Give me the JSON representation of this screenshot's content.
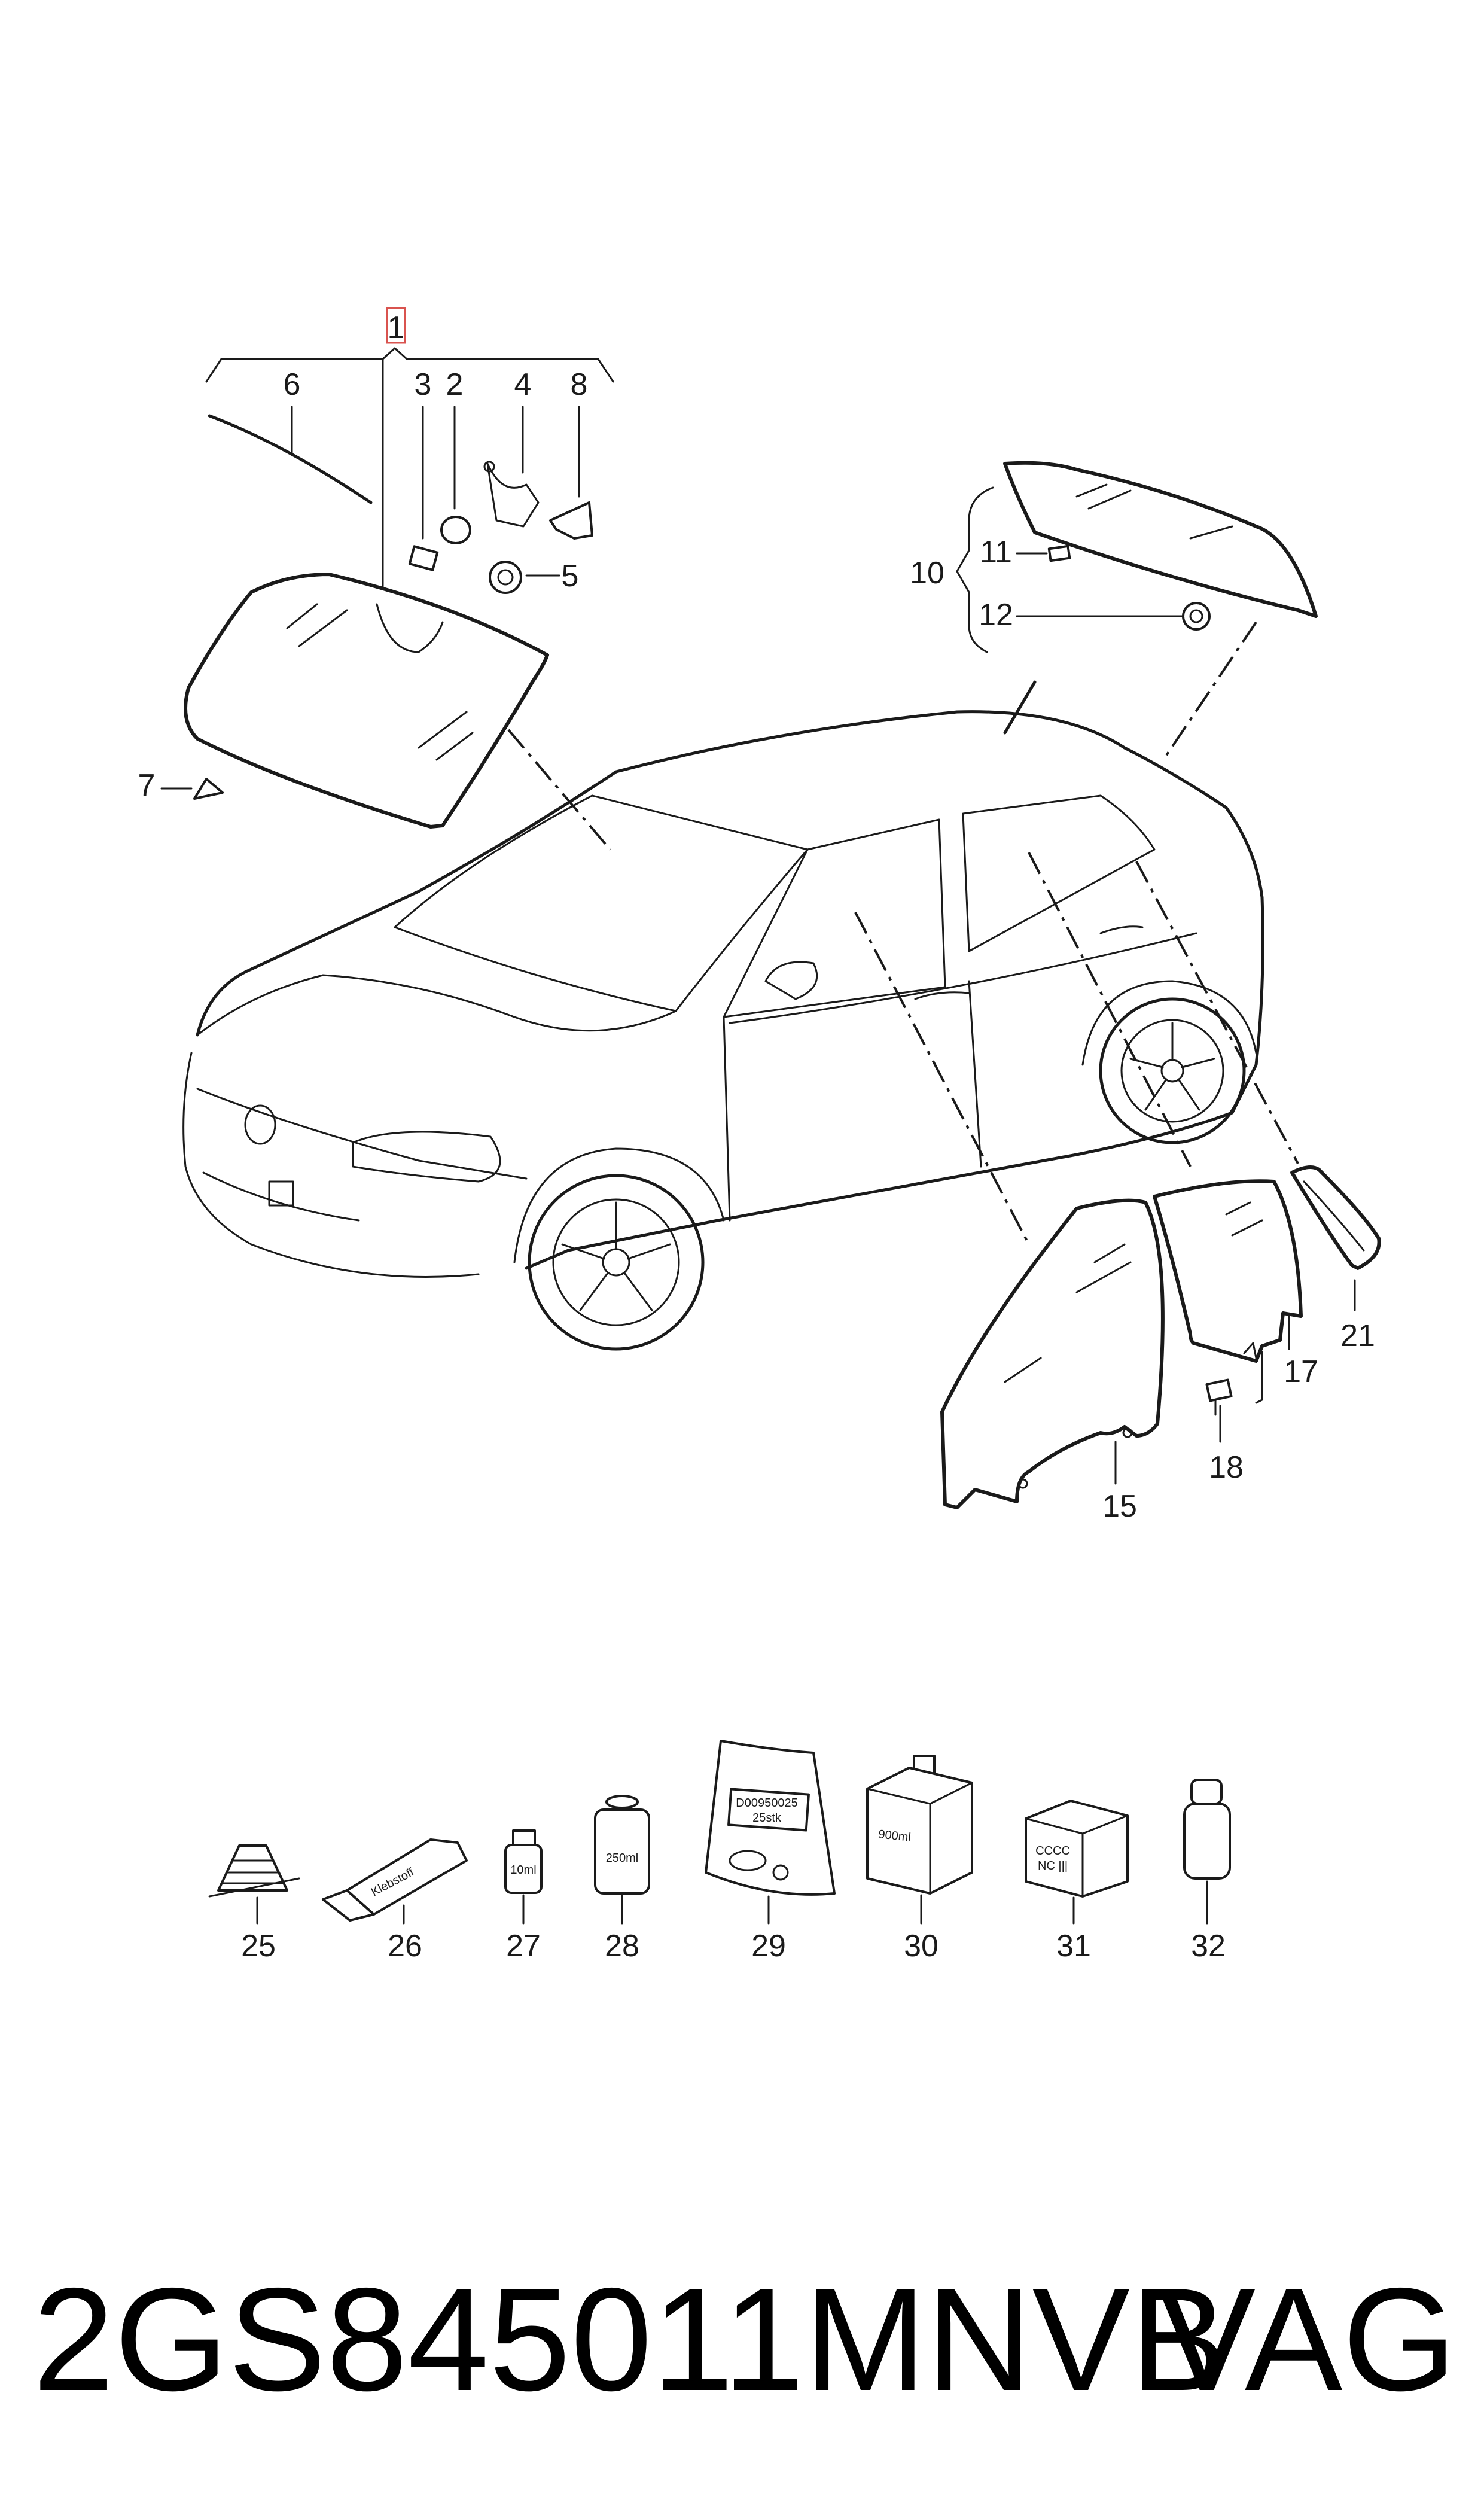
{
  "diagram": {
    "group_callout": "1",
    "callouts": {
      "c2": "2",
      "c3": "3",
      "c4": "4",
      "c5": "5",
      "c6": "6",
      "c7": "7",
      "c8": "8",
      "c10": "10",
      "c11": "11",
      "c12": "12",
      "c15": "15",
      "c17": "17",
      "c18": "18",
      "c21": "21",
      "c25": "25",
      "c26": "26",
      "c27": "27",
      "c28": "28",
      "c29": "29",
      "c30": "30",
      "c31": "31",
      "c32": "32"
    },
    "product_labels": {
      "tube": "Klebstoff",
      "vial_10": "10ml",
      "can_250": "250ml",
      "bag_line1": "D00950025",
      "bag_line2": "25stk",
      "box_900": "900ml",
      "box_31_line1": "CCCC",
      "box_31_line2": "NC  |||"
    },
    "highlight_color": "#d9534f",
    "line_color": "#1a1a1a"
  },
  "footer": {
    "part_number": "2GS845011MNVB",
    "brand": "VAG"
  }
}
